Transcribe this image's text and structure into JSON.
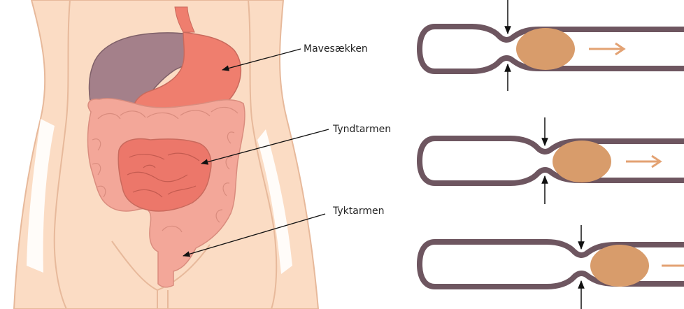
{
  "labels": {
    "stomach": "Mavesækken",
    "small_intestine": "Tyndtarmen",
    "large_intestine": "Tyktarmen"
  },
  "colors": {
    "skin": "#fbdcc4",
    "outline": "#e7b99b",
    "liver": "#a4808a",
    "stomach": "#ef7e6e",
    "small_intestine": "#ec776a",
    "large_intestine": "#f3a799",
    "tube": "#6e5660",
    "bolus": "#d89c6b",
    "arrow_orange": "#e3a273",
    "arrow_black": "#111111"
  },
  "peristalsis_stages": 3
}
